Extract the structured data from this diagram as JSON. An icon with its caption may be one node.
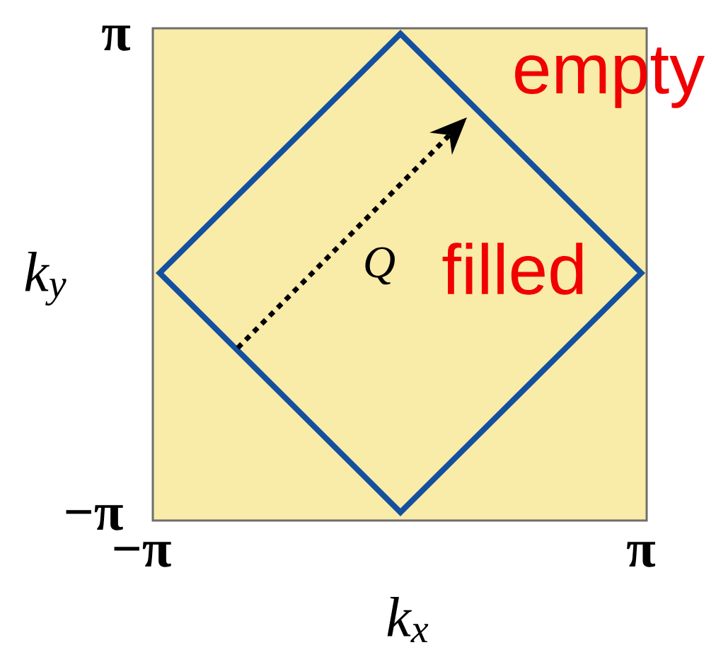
{
  "diagram": {
    "nodes": [
      {
        "text": [
          "empty"
        ]
      },
      {
        "text": [
          "filled"
        ],
        "in": 0
      }
    ],
    "labels": [
      "π",
      "k$_{y}$",
      "−π",
      "−π",
      "π",
      "k$_{x}$",
      "Q"
    ]
  }
}
